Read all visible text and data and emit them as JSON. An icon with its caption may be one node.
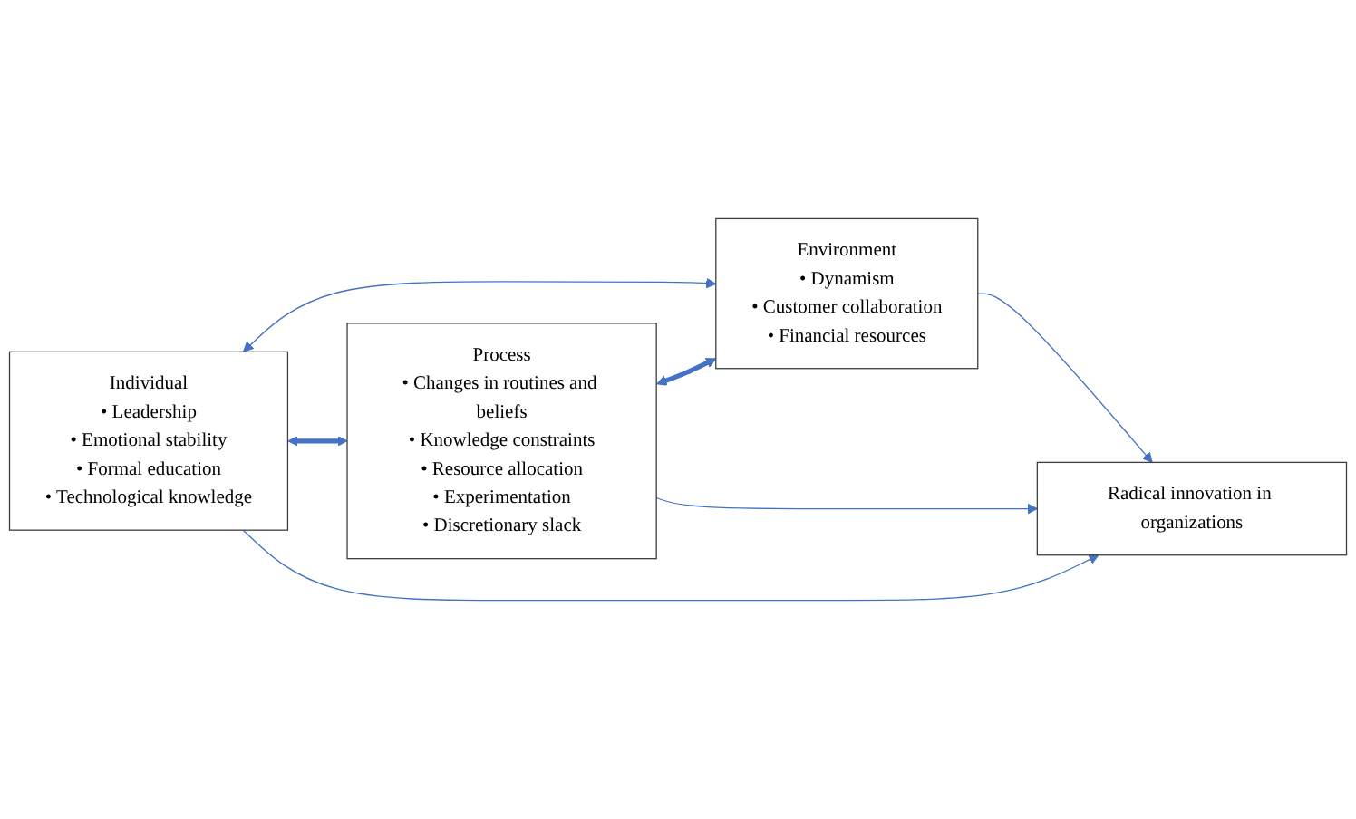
{
  "diagram": {
    "nodes": [
      {
        "text": [
          "Individual",
          "• Leadership",
          "• Emotional stability",
          "• Formal education",
          "• Technological knowledge"
        ]
      },
      {
        "text": [
          "Process",
          "• Changes in routines and beliefs",
          "• Knowledge constraints",
          "• Resource allocation",
          "• Experimentation",
          "• Discretionary slack"
        ]
      },
      {
        "text": [
          "Environment",
          "• Dynamism",
          "• Customer collaboration",
          "• Financial resources"
        ]
      },
      {
        "text": [
          "Radical innovation in organizations"
        ]
      }
    ],
    "edges": [
      {
        "from": 0,
        "to": 2,
        "arrow": "both"
      },
      {
        "from": 0,
        "to": 1,
        "arrow": "both",
        "style": "thick"
      },
      {
        "from": 1,
        "to": 2,
        "arrow": "both",
        "style": "thick"
      },
      {
        "from": 0,
        "to": 3,
        "arrow": "to"
      },
      {
        "from": 1,
        "to": 3,
        "arrow": "to"
      },
      {
        "from": 2,
        "to": 3,
        "arrow": "to"
      }
    ]
  }
}
